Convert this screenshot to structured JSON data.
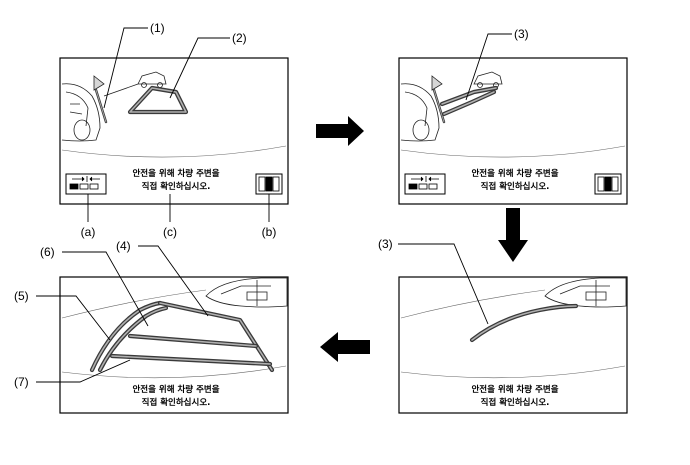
{
  "callouts": {
    "c1": "(1)",
    "c2": "(2)",
    "c3_top": "(3)",
    "c3_bottom": "(3)",
    "c4": "(4)",
    "c5": "(5)",
    "c6": "(6)",
    "c7": "(7)",
    "ca": "(a)",
    "cb": "(b)",
    "cc": "(c)"
  },
  "screen_message": {
    "line1": "안전을 위해 차량 주변을",
    "line2": "직접 확인하십시오."
  },
  "colors": {
    "guide_outer": "#3a3a3a",
    "guide_inner": "#b0b0b0",
    "frame": "#000000"
  },
  "icons": {
    "button_a": "parallel-park-icon",
    "button_b": "perpendicular-park-icon",
    "flow_arrows": [
      "arrow-right-icon",
      "arrow-down-icon",
      "arrow-left-icon"
    ]
  }
}
